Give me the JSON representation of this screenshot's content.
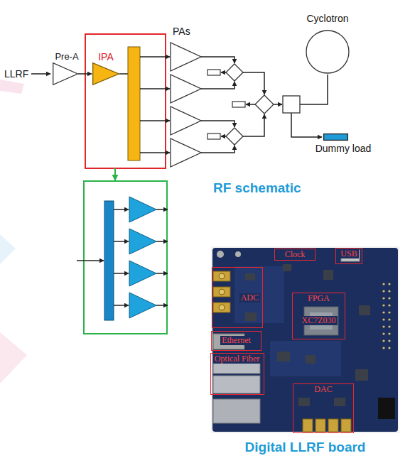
{
  "diagram": {
    "nodes": [
      {
        "text": [
          "Pre-A"
        ]
      },
      {
        "text": [
          "IPA"
        ]
      },
      {
        "text": [
          "Cyclotron"
        ]
      },
      {
        "text": [
          "Dummy load"
        ]
      },
      {
        "text": [
          "Digital LLRF board"
        ]
      },
      {
        "text": [
          "Clock"
        ],
        "in": 4
      },
      {
        "text": [
          "USB"
        ],
        "in": 4
      },
      {
        "text": [
          "ADC"
        ],
        "in": 4
      },
      {
        "text": [
          "FPGA",
          "XC7Z030"
        ],
        "in": 4
      },
      {
        "text": [
          "Ethernet"
        ],
        "in": 4
      },
      {
        "text": [
          "Optical Fiber"
        ],
        "in": 4
      },
      {
        "text": [
          "DAC"
        ],
        "in": 4
      }
    ],
    "edges": [
      {
        "from": 0,
        "to": 1,
        "arrow": "to"
      }
    ],
    "labels": [
      "PAs",
      "LLRF",
      "RF schematic"
    ]
  }
}
